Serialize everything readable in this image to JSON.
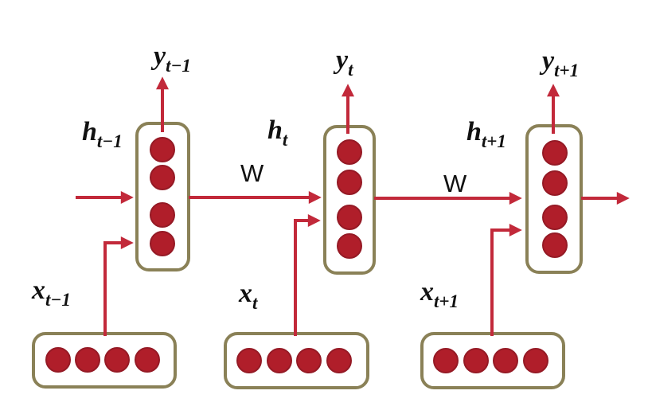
{
  "figure": {
    "kind": "diagram",
    "description": "Unrolled recurrent neural network over three time steps",
    "colors": {
      "background": "#FFFFFF",
      "arrow": "#C2293A",
      "node": "#B01E2A",
      "node_edge": "#951A25",
      "border": "#8A8157",
      "text": "#111111"
    },
    "weight_labels": [
      "W",
      "W"
    ],
    "columns": [
      {
        "output_main": "y",
        "output_sub": "t−1",
        "hidden_main": "h",
        "hidden_sub": "t−1",
        "input_main": "x",
        "input_sub": "t−1"
      },
      {
        "output_main": "y",
        "output_sub": "t",
        "hidden_main": "h",
        "hidden_sub": "t",
        "input_main": "x",
        "input_sub": "t"
      },
      {
        "output_main": "y",
        "output_sub": "t+1",
        "hidden_main": "h",
        "hidden_sub": "t+1",
        "input_main": "x",
        "input_sub": "t+1"
      }
    ]
  }
}
